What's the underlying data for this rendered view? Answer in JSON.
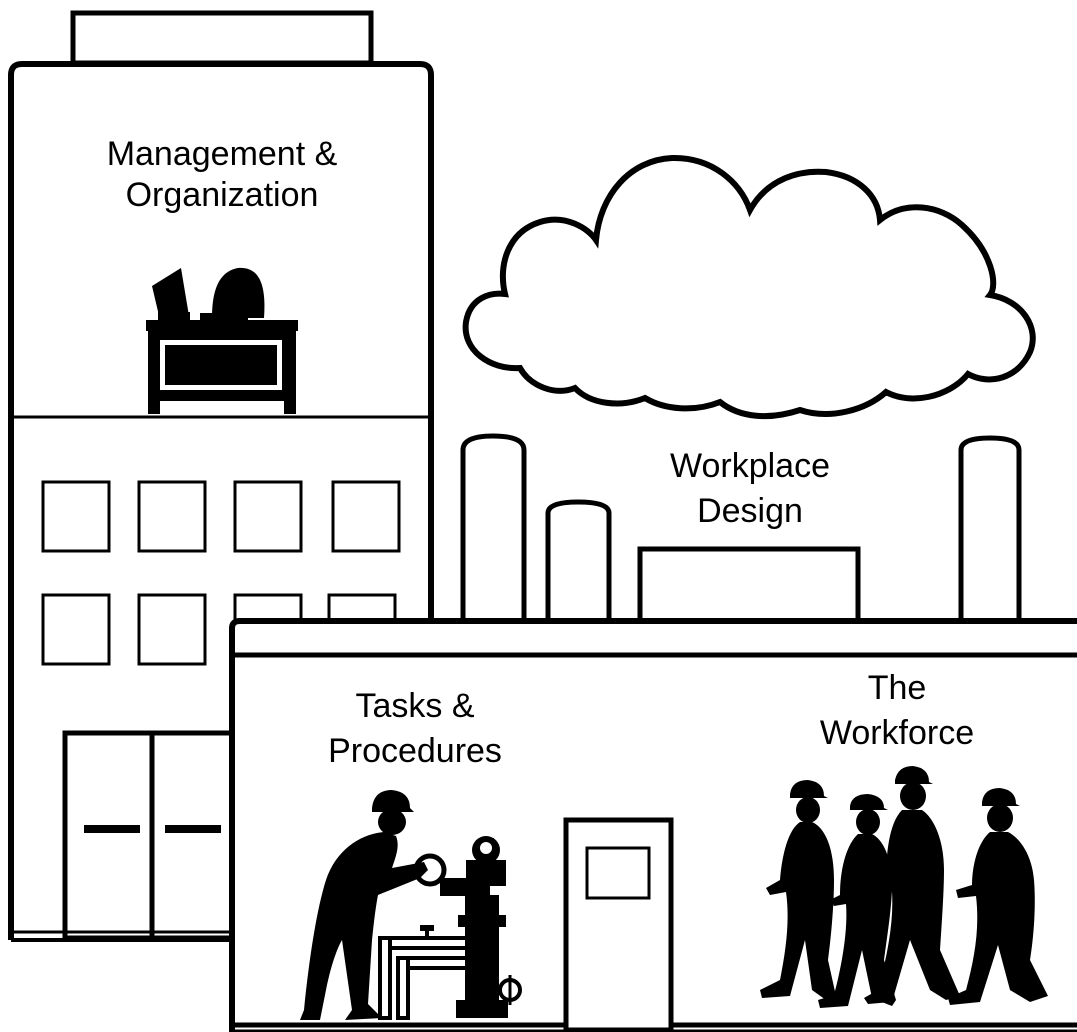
{
  "labels": {
    "management_line1": "Management &",
    "management_line2": "Organization",
    "workplace_line1": "Workplace",
    "workplace_line2": "Design",
    "tasks_line1": "Tasks &",
    "tasks_line2": "Procedures",
    "workforce_line1": "The",
    "workforce_line2": "Workforce"
  },
  "colors": {
    "ink": "#000000",
    "paper": "#ffffff"
  },
  "icons": [
    "office-building-icon",
    "desk-with-computer-icon",
    "cloud-icon",
    "factory-icon",
    "worker-turning-valve-icon",
    "valve-pipe-icon",
    "door-icon",
    "walking-workers-icon"
  ]
}
